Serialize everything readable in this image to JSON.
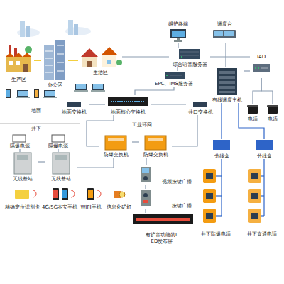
{
  "diagram": {
    "nodes": [
      {
        "text": [
          "维护终端"
        ]
      },
      {
        "text": [
          "调度台"
        ]
      },
      {
        "text": [
          "生产区"
        ]
      },
      {
        "text": [
          "办公区"
        ]
      },
      {
        "text": [
          "生活区"
        ]
      },
      {
        "text": [
          "综合语音服务器"
        ]
      },
      {
        "text": [
          "IAD"
        ]
      },
      {
        "text": [
          "EPC、IMS服务器"
        ]
      },
      {
        "text": [
          "有线调度主机"
        ]
      },
      {
        "text": [
          "地面交换机"
        ]
      },
      {
        "text": [
          "地面核心交换机"
        ]
      },
      {
        "text": [
          "井口交换机"
        ]
      },
      {
        "text": [
          "电话"
        ]
      },
      {
        "text": [
          "电话"
        ]
      },
      {
        "text": [
          "隔爆电源"
        ]
      },
      {
        "text": [
          "隔爆电源"
        ]
      },
      {
        "text": [
          "防爆交换机"
        ]
      },
      {
        "text": [
          "防爆交换机"
        ]
      },
      {
        "text": [
          "分线盒"
        ]
      },
      {
        "text": [
          "分线盒"
        ]
      },
      {
        "text": [
          "无线基站"
        ]
      },
      {
        "text": [
          "无线基站"
        ]
      },
      {
        "text": [
          "视频按键广播"
        ]
      },
      {
        "text": [
          "精确定位识别卡"
        ]
      },
      {
        "text": [
          "4G/5G本安手机"
        ]
      },
      {
        "text": [
          "WIFI手机"
        ]
      },
      {
        "text": [
          "信息化矿灯"
        ]
      },
      {
        "text": [
          "按键广播"
        ]
      },
      {
        "text": [
          "有扩音功能的LED发布屏"
        ]
      },
      {
        "text": [
          "井下防爆电话"
        ]
      },
      {
        "text": [
          "井下直通电话"
        ]
      }
    ],
    "edges": [
      {
        "from": 0,
        "to": 5,
        "arrow": "none"
      },
      {
        "from": 1,
        "to": 8,
        "arrow": "none"
      },
      {
        "from": 2,
        "to": 3,
        "arrow": "none"
      },
      {
        "from": 3,
        "to": 4,
        "arrow": "none"
      },
      {
        "from": 4,
        "to": 5,
        "arrow": "none"
      },
      {
        "from": 5,
        "to": 6,
        "arrow": "none"
      },
      {
        "from": 5,
        "to": 7,
        "arrow": "none"
      },
      {
        "from": 8,
        "to": 6,
        "arrow": "none"
      },
      {
        "from": 6,
        "to": 12,
        "arrow": "none"
      },
      {
        "from": 6,
        "to": 13,
        "arrow": "none"
      },
      {
        "from": 7,
        "to": 10,
        "arrow": "none"
      },
      {
        "from": 9,
        "to": 10,
        "arrow": "none"
      },
      {
        "from": 10,
        "to": 11,
        "arrow": "none"
      },
      {
        "from": 10,
        "to": 16,
        "arrow": "none"
      },
      {
        "from": 16,
        "to": 17,
        "arrow": "none"
      },
      {
        "from": 17,
        "to": 11,
        "arrow": "none"
      },
      {
        "from": 8,
        "to": 18,
        "arrow": "none"
      },
      {
        "from": 8,
        "to": 19,
        "arrow": "none"
      },
      {
        "from": 18,
        "to": 29,
        "arrow": "none"
      },
      {
        "from": 19,
        "to": 30,
        "arrow": "none"
      },
      {
        "from": 14,
        "to": 20,
        "arrow": "none"
      },
      {
        "from": 15,
        "to": 21,
        "arrow": "none"
      },
      {
        "from": 20,
        "to": 21,
        "arrow": "none"
      },
      {
        "from": 16,
        "to": 21,
        "arrow": "none"
      },
      {
        "from": 17,
        "to": 22,
        "arrow": "none"
      },
      {
        "from": 22,
        "to": 27,
        "arrow": "none"
      },
      {
        "from": 27,
        "to": 28,
        "arrow": "none"
      }
    ],
    "labels": [
      "地面",
      "井下",
      "工业环网"
    ]
  }
}
